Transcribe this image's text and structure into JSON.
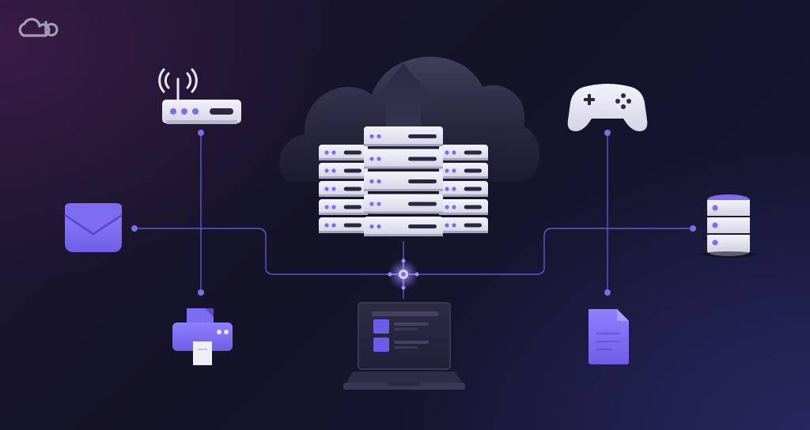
{
  "colors": {
    "accent": "#7c6cf0",
    "accent_light": "#9a8cff",
    "device_white": "#e7e6f2",
    "line": "#6c5ce7",
    "cloud": "#3a3852"
  },
  "diagram": {
    "logo": {
      "icon": "cloud-logo-icon"
    },
    "nodes": [
      {
        "id": "router",
        "icon": "wifi-router-icon"
      },
      {
        "id": "email",
        "icon": "envelope-icon"
      },
      {
        "id": "printer",
        "icon": "printer-icon"
      },
      {
        "id": "server",
        "icon": "server-rack-icon"
      },
      {
        "id": "laptop",
        "icon": "laptop-icon"
      },
      {
        "id": "gamepad",
        "icon": "gamepad-icon"
      },
      {
        "id": "database",
        "icon": "database-icon"
      },
      {
        "id": "document",
        "icon": "document-icon"
      }
    ],
    "edges": [
      {
        "from": "router",
        "to": "printer"
      },
      {
        "from": "email",
        "to": "hub"
      },
      {
        "from": "gamepad",
        "to": "document"
      },
      {
        "from": "database",
        "to": "hub"
      },
      {
        "from": "server",
        "to": "laptop"
      }
    ]
  }
}
